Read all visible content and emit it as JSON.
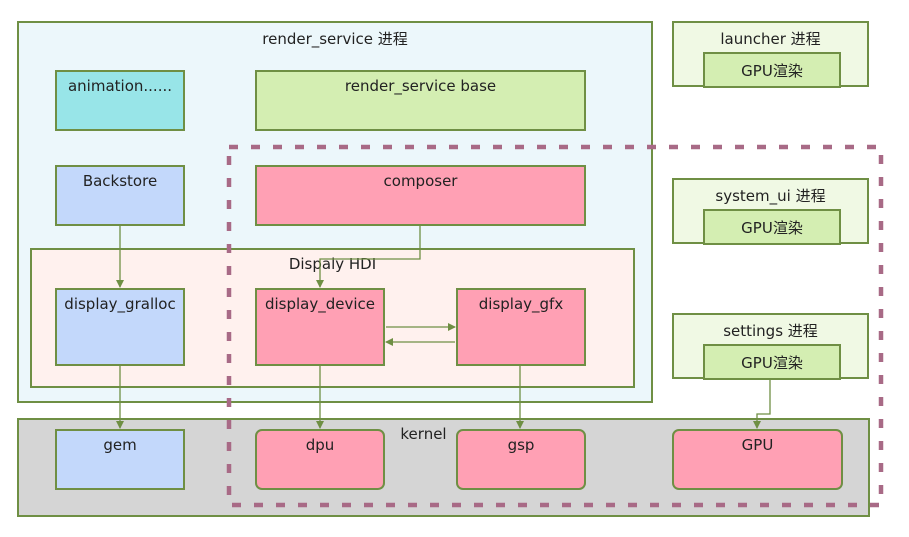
{
  "render_service": {
    "title": "render_service 进程"
  },
  "animation": {
    "label": "animation......"
  },
  "rs_base": {
    "label": "render_service base"
  },
  "backstore": {
    "label": "Backstore"
  },
  "composer": {
    "label": "composer"
  },
  "hdi": {
    "title": "Dispaly HDI"
  },
  "display_gralloc": {
    "label": "display_gralloc"
  },
  "display_device": {
    "label": "display_device"
  },
  "display_gfx": {
    "label": "display_gfx"
  },
  "kernel": {
    "title": "kernel"
  },
  "gem": {
    "label": "gem"
  },
  "dpu": {
    "label": "dpu"
  },
  "gsp": {
    "label": "gsp"
  },
  "gpu": {
    "label": "GPU"
  },
  "launcher": {
    "title": "launcher 进程",
    "inner": "GPU渲染"
  },
  "system_ui": {
    "title": "system_ui 进程",
    "inner": "GPU渲染"
  },
  "settings": {
    "title": "settings 进程",
    "inner": "GPU渲染"
  },
  "colors": {
    "border": "#6f8f44",
    "render_bg": "#ecf7fb",
    "hdi_bg": "#fff1ee",
    "kernel_bg": "#d5d5d5",
    "process_bg": "#f0f9e4",
    "inner_green": "#d4eeb2",
    "blue": "#c3d8fb",
    "pink": "#ffa0b4",
    "cyan": "#98e5e8",
    "dashed": "#a86a86"
  }
}
